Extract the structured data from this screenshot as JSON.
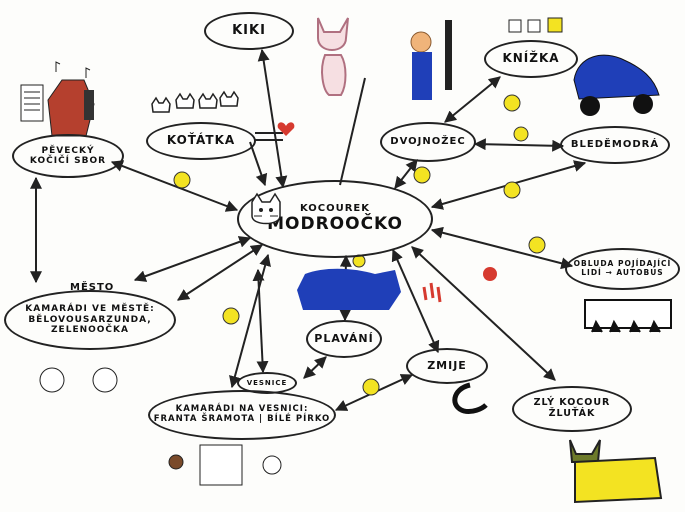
{
  "center": {
    "top": "KOCOUREK",
    "main": "MODROOČKO"
  },
  "nodes": {
    "kiki": "KIKI",
    "kotatka": "KOŤÁTKA",
    "pevecky_sbor": "PĚVECKÝ\nKOČIČÍ  SBOR",
    "knizka": "KNÍŽKA",
    "dvojnizec": "DVOJNOŽEC",
    "bledemodra": "BLEDĚMODRÁ",
    "obluda": "OBLUDA POJÍDAJÍCÍ\nLIDÍ  → AUTOBUS",
    "mesto_tag": "MĚSTO",
    "kamaradi_mesto": "KAMARÁDI VE MĚSTĚ:\nBĚLOVOUSARZUNDA,\nZELENOOČKA",
    "plavani": "PLAVÁNÍ",
    "zmije": "ZMIJE",
    "vesnice_tag": "VESNICE",
    "kamaradi_vesnice": "KAMARÁDI NA VESNICI:\nFRANTA ŠRAMOTA  | BÍLÉ PÍRKO",
    "zly_kocour": "ZLÝ KOCOUR\nŽLUŤÁK"
  },
  "colors": {
    "ink": "#222222",
    "blue": "#1f3fb8",
    "yellow": "#f3e322",
    "red": "#d63a2f",
    "brown": "#7a4a2a"
  },
  "icons": [
    "cat-face-icon",
    "smiley-icon",
    "heart-icon",
    "music-note-icon",
    "bus-icon",
    "car-icon",
    "snake-icon"
  ]
}
